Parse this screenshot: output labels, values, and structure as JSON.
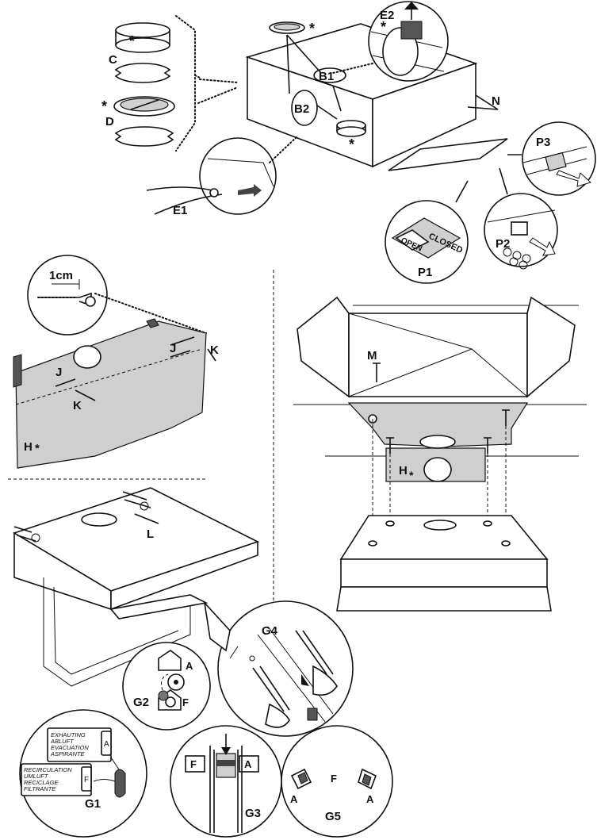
{
  "labels": {
    "C": "C",
    "D": "D",
    "B1": "B1",
    "B2": "B2",
    "E1": "E1",
    "E2": "E2",
    "N": "N",
    "P1": "P1",
    "P2": "P2",
    "P3": "P3",
    "J_upper": "J",
    "J_lower": "J",
    "K_upper": "K",
    "K_lower": "K",
    "H_left": "H",
    "H_right": "H",
    "M": "M",
    "L": "L",
    "G1": "G1",
    "G2": "G2",
    "G3": "G3",
    "G4": "G4",
    "G5": "G5",
    "A_g2": "A",
    "F_g2": "F",
    "F_g3": "F",
    "A_g3": "A",
    "F_g5": "F",
    "A_g5_left": "A",
    "A_g5_right": "A",
    "A_g1": "A",
    "F_g1": "F"
  },
  "asterisk": "*",
  "measure": "1cm",
  "stickers": {
    "closed": "CLOSED",
    "open": "OPEN"
  },
  "plate_exhausting": [
    "EXHAUTING",
    "ABLUFT",
    "EVACUATION",
    "ASPIRANTE"
  ],
  "plate_recirculation": [
    "RECIRCULATION",
    "UMLUFT",
    "RECICLAGE",
    "FILTRANTE"
  ]
}
